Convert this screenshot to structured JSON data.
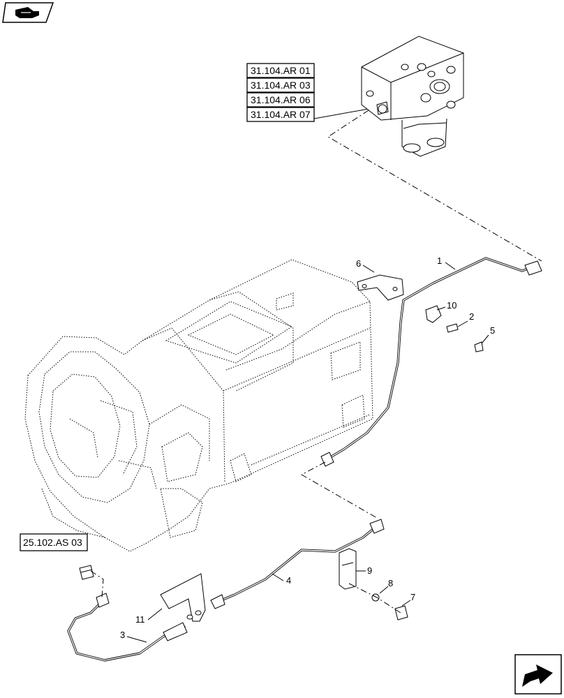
{
  "references": [
    {
      "id": "ar01",
      "label": "31.104.AR 01"
    },
    {
      "id": "ar03",
      "label": "31.104.AR 03"
    },
    {
      "id": "ar06",
      "label": "31.104.AR 06"
    },
    {
      "id": "ar07",
      "label": "31.104.AR 07"
    },
    {
      "id": "as03",
      "label": "25.102.AS 03"
    }
  ],
  "callouts": {
    "c1": "1",
    "c2": "2",
    "c3": "3",
    "c4": "4",
    "c5": "5",
    "c6": "6",
    "c7": "7",
    "c8": "8",
    "c9": "9",
    "c10": "10",
    "c11": "11"
  },
  "icons": {
    "top_left": "previous-page-hand-icon",
    "bottom_right": "next-page-arrow-icon"
  }
}
